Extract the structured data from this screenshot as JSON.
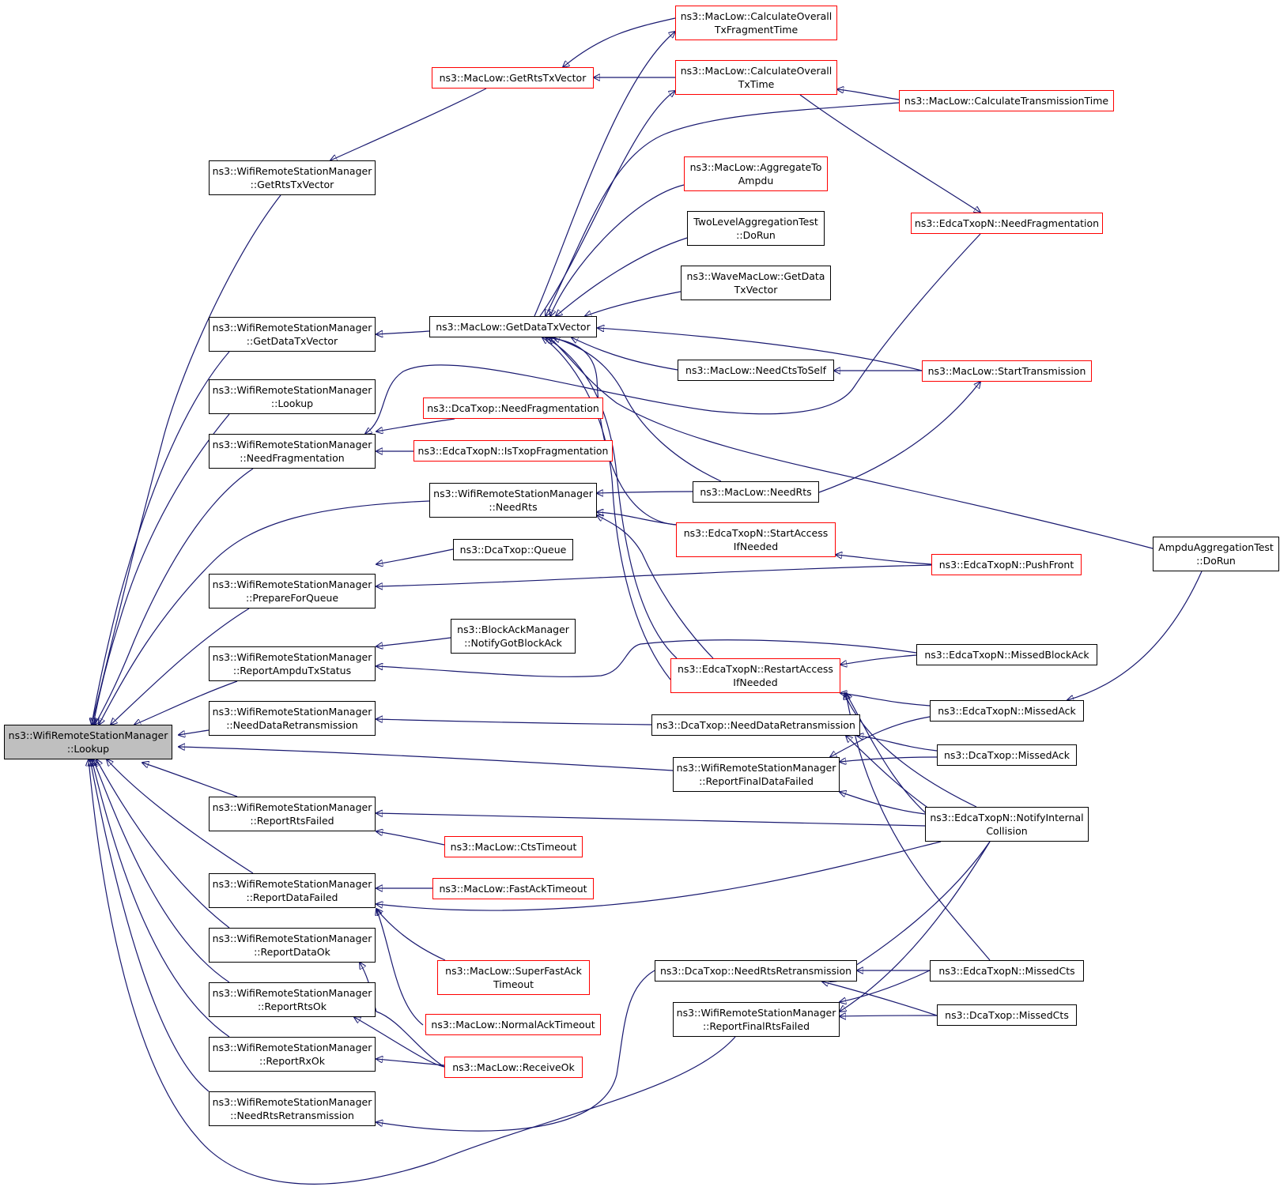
{
  "colors": {
    "edge": "#191970",
    "border": "#000000",
    "truncated_border": "#ff0000",
    "focus_fill": "#bfbfbf"
  },
  "nodes": {
    "lookup_main": {
      "l1": "ns3::WifiRemoteStationManager",
      "l2": "::Lookup"
    },
    "wrsm_getrts": {
      "l1": "ns3::WifiRemoteStationManager",
      "l2": "::GetRtsTxVector"
    },
    "wrsm_getdata": {
      "l1": "ns3::WifiRemoteStationManager",
      "l2": "::GetDataTxVector"
    },
    "wrsm_lookup": {
      "l1": "ns3::WifiRemoteStationManager",
      "l2": "::Lookup"
    },
    "wrsm_needfrag": {
      "l1": "ns3::WifiRemoteStationManager",
      "l2": "::NeedFragmentation"
    },
    "wrsm_prepare": {
      "l1": "ns3::WifiRemoteStationManager",
      "l2": "::PrepareForQueue"
    },
    "wrsm_ampdu": {
      "l1": "ns3::WifiRemoteStationManager",
      "l2": "::ReportAmpduTxStatus"
    },
    "wrsm_needdataretx": {
      "l1": "ns3::WifiRemoteStationManager",
      "l2": "::NeedDataRetransmission"
    },
    "wrsm_rtsfailed": {
      "l1": "ns3::WifiRemoteStationManager",
      "l2": "::ReportRtsFailed"
    },
    "wrsm_datafailed": {
      "l1": "ns3::WifiRemoteStationManager",
      "l2": "::ReportDataFailed"
    },
    "wrsm_dataok": {
      "l1": "ns3::WifiRemoteStationManager",
      "l2": "::ReportDataOk"
    },
    "wrsm_rtsok": {
      "l1": "ns3::WifiRemoteStationManager",
      "l2": "::ReportRtsOk"
    },
    "wrsm_rxok": {
      "l1": "ns3::WifiRemoteStationManager",
      "l2": "::ReportRxOk"
    },
    "wrsm_needrtsretx": {
      "l1": "ns3::WifiRemoteStationManager",
      "l2": "::NeedRtsRetransmission"
    },
    "mac_getrts": {
      "l1": "ns3::MacLow::GetRtsTxVector"
    },
    "mac_getdata": {
      "l1": "ns3::MacLow::GetDataTxVector"
    },
    "dca_needfrag": {
      "l1": "ns3::DcaTxop::NeedFragmentation"
    },
    "edca_istxopfrag": {
      "l1": "ns3::EdcaTxopN::IsTxopFragmentation"
    },
    "wrsm_needrts": {
      "l1": "ns3::WifiRemoteStationManager",
      "l2": "::NeedRts"
    },
    "dca_queue": {
      "l1": "ns3::DcaTxop::Queue"
    },
    "bam_notify": {
      "l1": "ns3::BlockAckManager",
      "l2": "::NotifyGotBlockAck"
    },
    "mac_ctstimeout": {
      "l1": "ns3::MacLow::CtsTimeout"
    },
    "mac_fastack": {
      "l1": "ns3::MacLow::FastAckTimeout"
    },
    "mac_superfast": {
      "l1": "ns3::MacLow::SuperFastAck",
      "l2": "Timeout"
    },
    "mac_normalack": {
      "l1": "ns3::MacLow::NormalAckTimeout"
    },
    "mac_receiveok": {
      "l1": "ns3::MacLow::ReceiveOk"
    },
    "mac_calcfrag": {
      "l1": "ns3::MacLow::CalculateOverall",
      "l2": "TxFragmentTime"
    },
    "mac_calctx": {
      "l1": "ns3::MacLow::CalculateOverall",
      "l2": "TxTime"
    },
    "mac_aggregate": {
      "l1": "ns3::MacLow::AggregateTo",
      "l2": "Ampdu"
    },
    "twolevel": {
      "l1": "TwoLevelAggregationTest",
      "l2": "::DoRun"
    },
    "wave_getdata": {
      "l1": "ns3::WaveMacLow::GetData",
      "l2": "TxVector"
    },
    "mac_needctstoself": {
      "l1": "ns3::MacLow::NeedCtsToSelf"
    },
    "mac_needrts": {
      "l1": "ns3::MacLow::NeedRts"
    },
    "edca_startaccess": {
      "l1": "ns3::EdcaTxopN::StartAccess",
      "l2": "IfNeeded"
    },
    "edca_restartaccess": {
      "l1": "ns3::EdcaTxopN::RestartAccess",
      "l2": "IfNeeded"
    },
    "dca_needdataretx": {
      "l1": "ns3::DcaTxop::NeedDataRetransmission"
    },
    "wrsm_finaldata": {
      "l1": "ns3::WifiRemoteStationManager",
      "l2": "::ReportFinalDataFailed"
    },
    "dca_needrtsretx": {
      "l1": "ns3::DcaTxop::NeedRtsRetransmission"
    },
    "wrsm_finalrts": {
      "l1": "ns3::WifiRemoteStationManager",
      "l2": "::ReportFinalRtsFailed"
    },
    "mac_calctxtime": {
      "l1": "ns3::MacLow::CalculateTransmissionTime"
    },
    "edca_needfrag": {
      "l1": "ns3::EdcaTxopN::NeedFragmentation"
    },
    "mac_starttx": {
      "l1": "ns3::MacLow::StartTransmission"
    },
    "edca_pushfront": {
      "l1": "ns3::EdcaTxopN::PushFront"
    },
    "edca_missedblockack": {
      "l1": "ns3::EdcaTxopN::MissedBlockAck"
    },
    "edca_missedack": {
      "l1": "ns3::EdcaTxopN::MissedAck"
    },
    "dca_missedack": {
      "l1": "ns3::DcaTxop::MissedAck"
    },
    "edca_notifyinternal": {
      "l1": "ns3::EdcaTxopN::NotifyInternal",
      "l2": "Collision"
    },
    "edca_missedcts": {
      "l1": "ns3::EdcaTxopN::MissedCts"
    },
    "dca_missedcts": {
      "l1": "ns3::DcaTxop::MissedCts"
    },
    "ampdu_test": {
      "l1": "AmpduAggregationTest",
      "l2": "::DoRun"
    }
  }
}
